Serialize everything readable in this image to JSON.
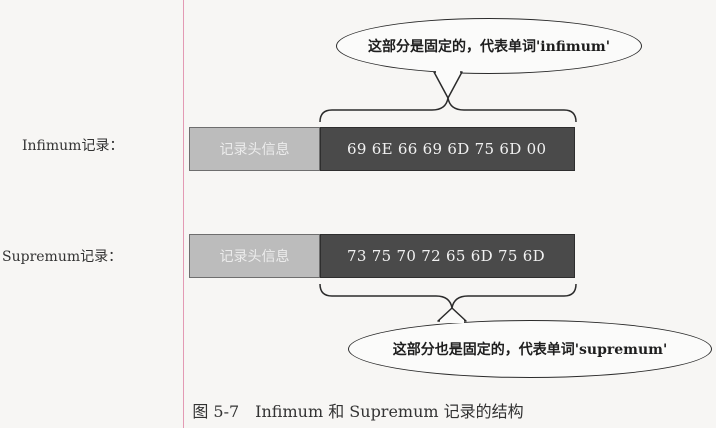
{
  "rows": [
    {
      "label": "Infimum记录：",
      "header_text": "记录头信息",
      "data_text": "69 6E 66 69 6D 75 6D 00"
    },
    {
      "label": "Supremum记录：",
      "header_text": "记录头信息",
      "data_text": "73 75 70 72 65 6D 75 6D"
    }
  ],
  "callouts": {
    "top": "这部分是固定的，代表单词'infimum'",
    "bottom": "这部分也是固定的，代表单词'supremum'"
  },
  "caption": "图 5-7　Infimum 和 Supremum 记录的结构",
  "colors": {
    "header_segment": "#bcbcbc",
    "data_segment": "#4a4a4a",
    "margin_rule": "#e39ab4"
  }
}
